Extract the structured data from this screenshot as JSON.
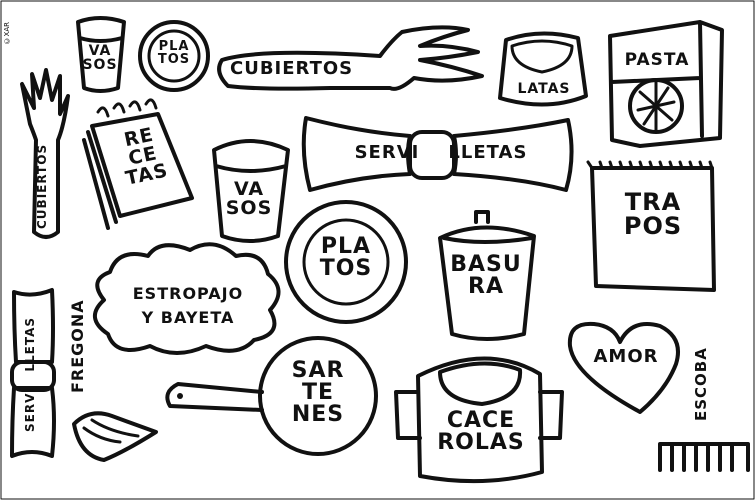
{
  "copyright": "©XAR",
  "labels": {
    "vasos_top": "VA\nSOS",
    "platos_top": "PLA\nTOS",
    "cubiertos_fork": "CUBIERTOS",
    "latas": "LATAS",
    "pasta": "PASTA",
    "cubiertos_vertical": "CUBIERTOS",
    "recetas": "RE\nCE\nTAS",
    "vasos_mid": "VA\nSOS",
    "servilletas_bow": "SERVI    LLETAS",
    "trapos": "TRA\nPOS",
    "estropajo": "ESTROPAJO\nY BAYETA",
    "platos_mid": "PLA\nTOS",
    "basura": "BASU\nRA",
    "servilletas_vertical": "SERVI   LLETAS",
    "fregona": "FREGONA",
    "sartenes": "SAR\nTE\nNES",
    "cacerolas": "CACE\nROLAS",
    "amor": "AMOR",
    "escoba": "ESCOBA"
  },
  "colors": {
    "ink": "#111111",
    "paper": "#ffffff"
  }
}
